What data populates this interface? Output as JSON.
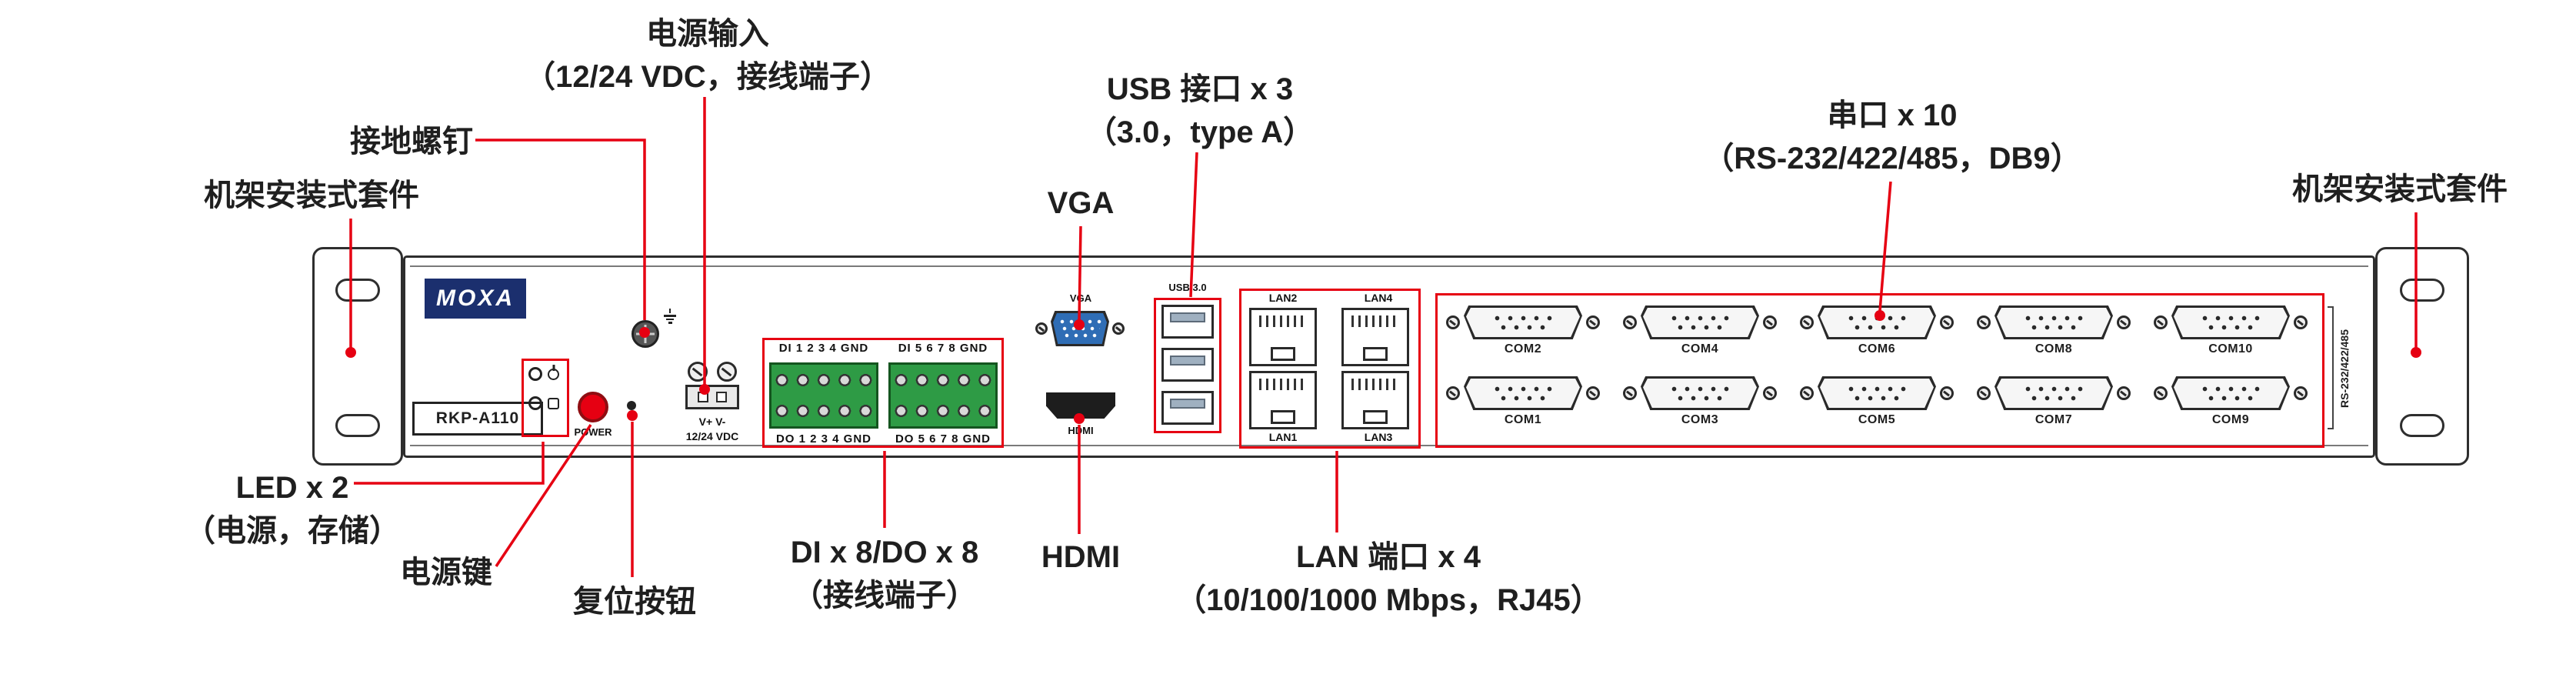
{
  "colors": {
    "accent_red": "#e60012",
    "line": "#2e2e2e",
    "moxa_blue": "#1b2f6e",
    "vga_blue": "#2f6db5",
    "terminal_green": "#2e9b45"
  },
  "annotations": {
    "power_input": {
      "line1": "电源输入",
      "line2": "（12/24 VDC，接线端子）"
    },
    "ground_screw": "接地螺钉",
    "rack_kit_left": "机架安装式套件",
    "rack_kit_right": "机架安装式套件",
    "usb": {
      "line1": "USB 接口 x 3",
      "line2": "（3.0，type A）"
    },
    "vga": "VGA",
    "serial": {
      "line1": "串口 x 10",
      "line2": "（RS-232/422/485，DB9）"
    },
    "led": {
      "line1": "LED x 2",
      "line2": "（电源，存储）"
    },
    "power_button": "电源键",
    "reset_button": "复位按钮",
    "dido": {
      "line1": "DI x 8/DO x 8",
      "line2": "（接线端子）"
    },
    "hdmi": "HDMI",
    "lan": {
      "line1": "LAN 端口 x 4",
      "line2": "（10/100/1000 Mbps，RJ45）"
    }
  },
  "panel": {
    "logo": "MOXA",
    "model": "RKP-A110",
    "power_button_label": "POWER",
    "power_terminal": {
      "pins": "V+  V-",
      "voltage": "12/24 VDC"
    },
    "di_left": "DI 1 2 3 4 GND",
    "di_right": "DI 5 6 7 8 GND",
    "do_left": "DO 1 2 3 4 GND",
    "do_right": "DO 5 6 7 8 GND",
    "vga_label": "VGA",
    "hdmi_label": "HDMI",
    "usb_label": "USB 3.0",
    "lan_labels_top": [
      "LAN2",
      "LAN4"
    ],
    "lan_labels_bottom": [
      "LAN1",
      "LAN3"
    ],
    "serial": {
      "side_label": "RS-232/422/485",
      "labels_top": [
        "COM2",
        "COM4",
        "COM6",
        "COM8",
        "COM10"
      ],
      "labels_bottom": [
        "COM1",
        "COM3",
        "COM5",
        "COM7",
        "COM9"
      ]
    }
  }
}
